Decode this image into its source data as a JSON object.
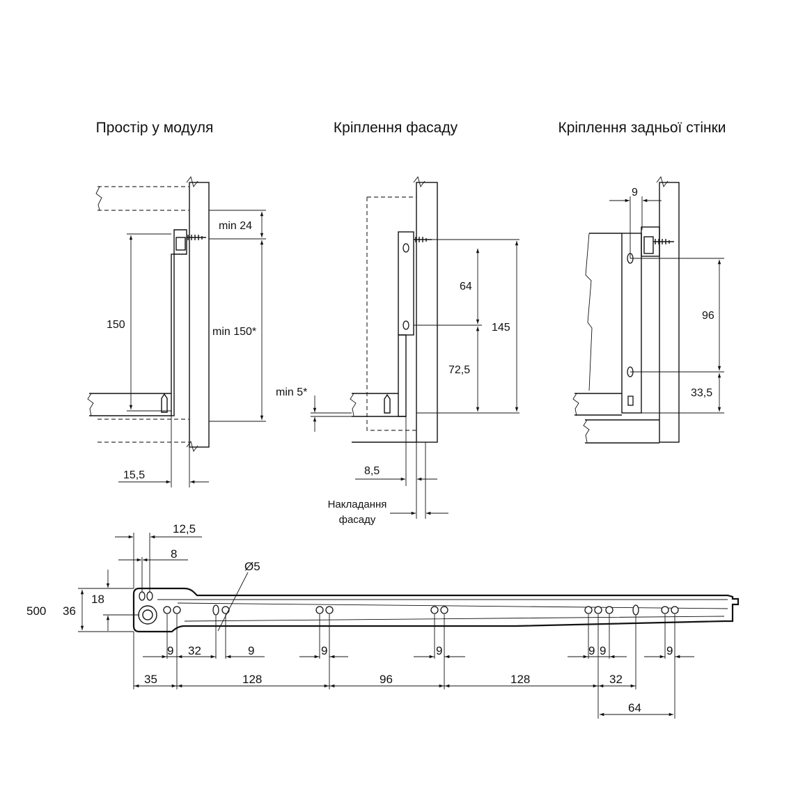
{
  "titles": {
    "module_space": "Простір у модуля",
    "front_mount": "Кріплення фасаду",
    "back_mount": "Кріплення задньої стінки"
  },
  "module_space": {
    "min_top": "min 24",
    "height": "150",
    "min_height": "min 150*",
    "offset": "15,5"
  },
  "front_mount": {
    "hole_spacing": "64",
    "lower_spacing": "72,5",
    "total": "145",
    "min_bottom": "min 5*",
    "setback": "8,5",
    "overlay_line1": "Накладання",
    "overlay_line2": "фасаду"
  },
  "back_mount": {
    "offset": "9",
    "hole_spacing": "96",
    "bottom": "33,5"
  },
  "runner": {
    "length": "500",
    "height": "36",
    "half_height": "18",
    "hole_dia": "Ø5",
    "d12_5": "12,5",
    "d8": "8",
    "small_dims": [
      "9",
      "32",
      "9",
      "9",
      "9",
      "9",
      "9",
      "9"
    ],
    "main_dims": [
      "35",
      "128",
      "96",
      "128",
      "32"
    ],
    "end_dim": "64"
  }
}
